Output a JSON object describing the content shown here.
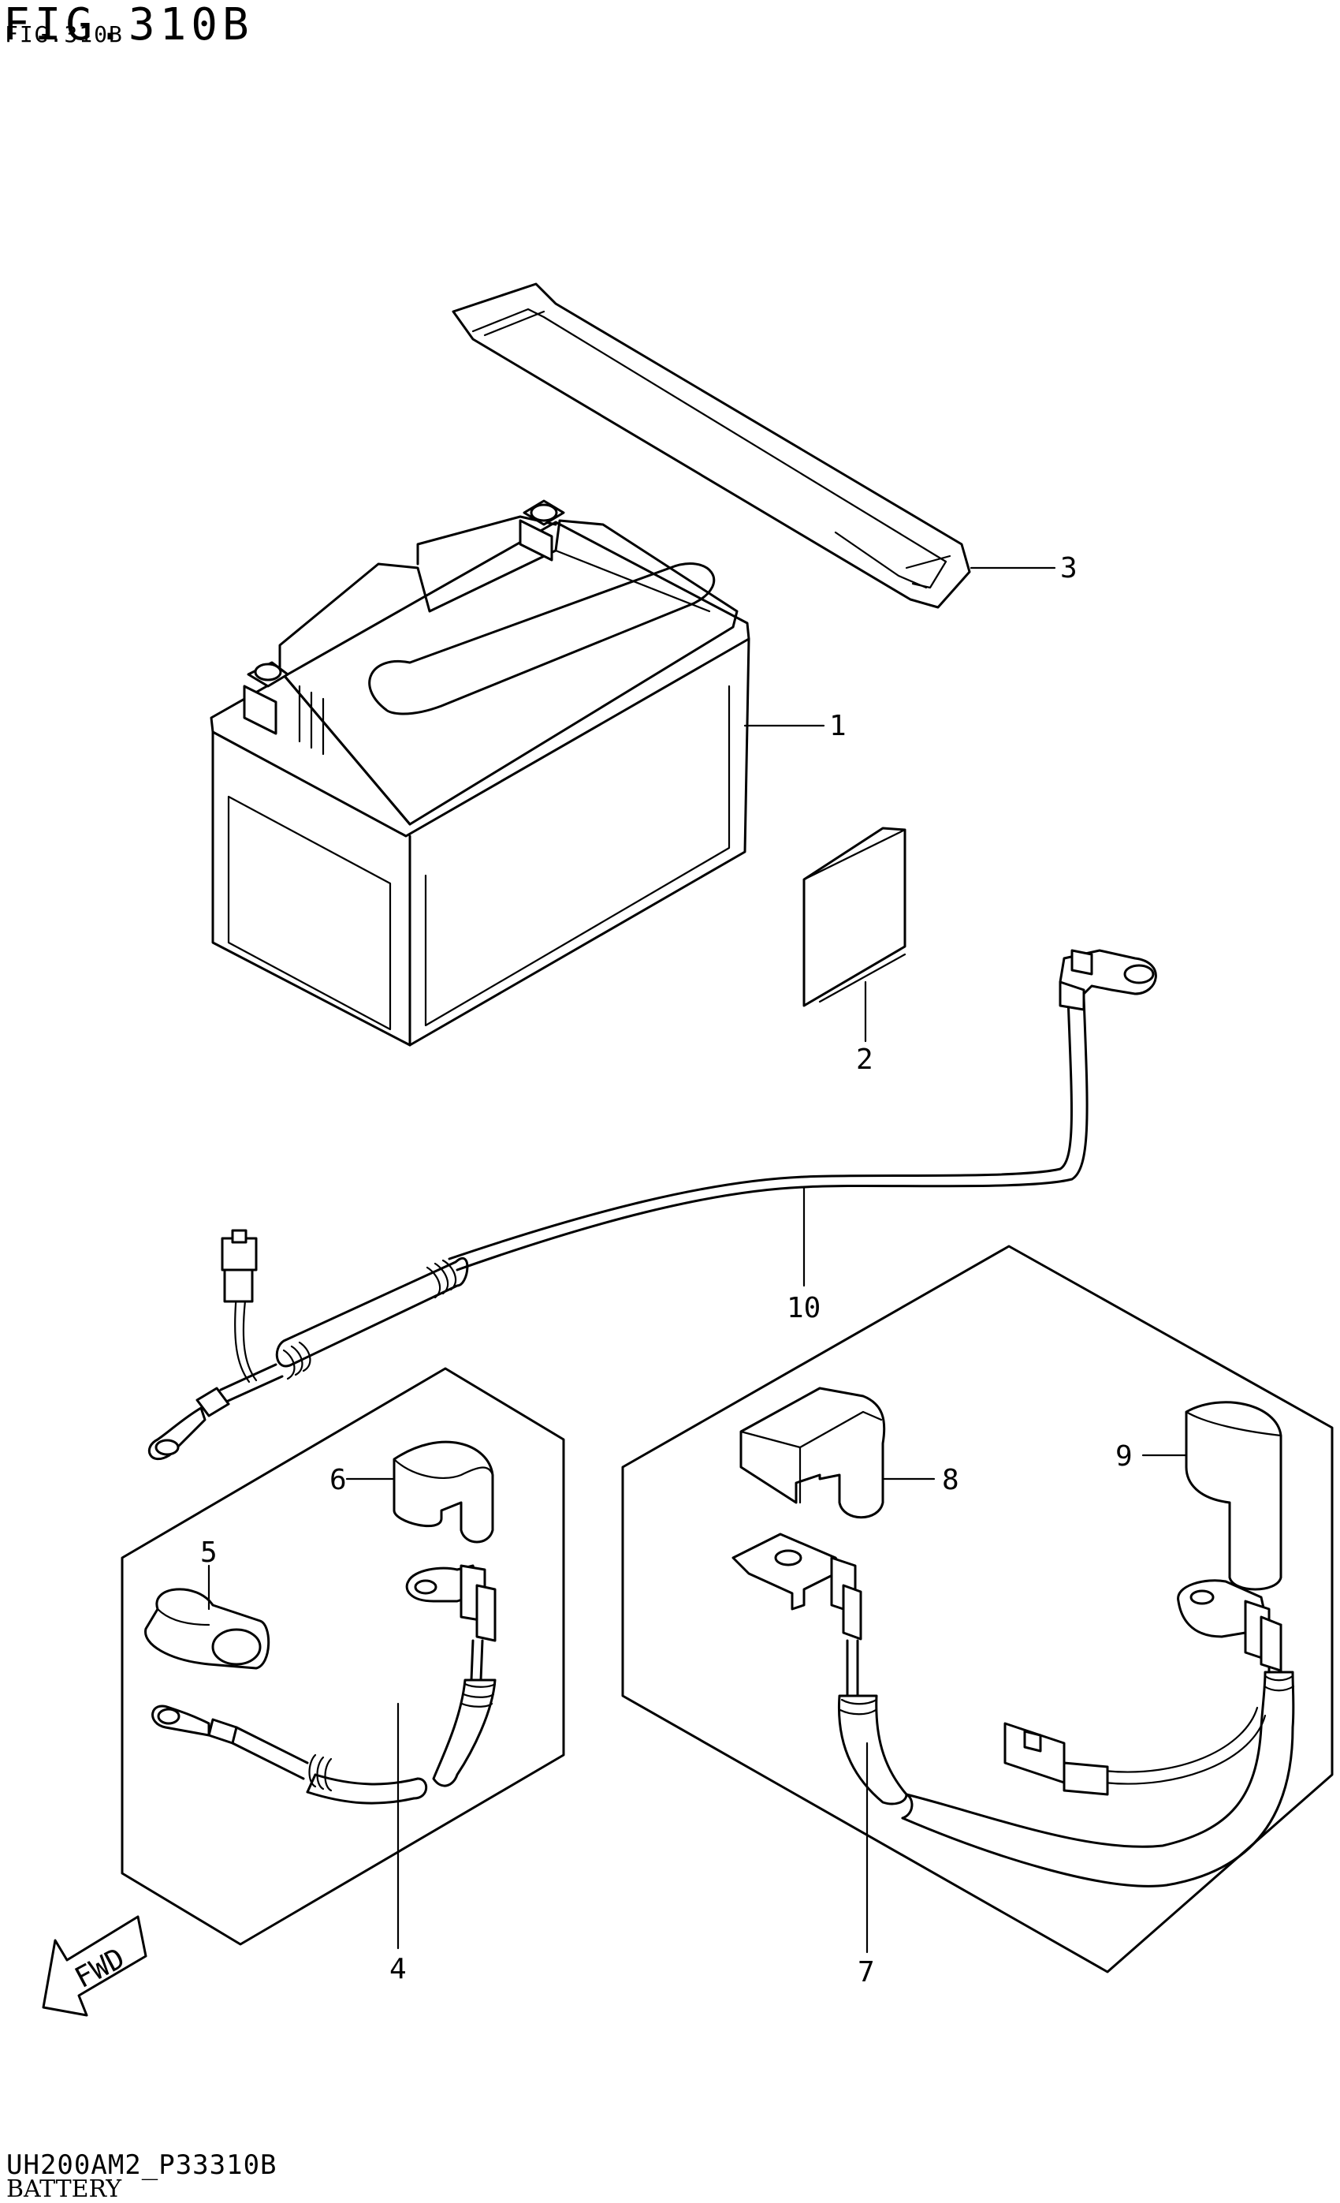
{
  "header": {
    "figure_title": "FIG.310B",
    "figure_title_overlay": "FIG.310B"
  },
  "footer": {
    "code": "UH200AM2_P33310B",
    "caption": "BATTERY"
  },
  "fwd_label": "FWD",
  "callouts": [
    {
      "id": "1",
      "label": "1"
    },
    {
      "id": "2",
      "label": "2"
    },
    {
      "id": "3",
      "label": "3"
    },
    {
      "id": "4",
      "label": "4"
    },
    {
      "id": "5",
      "label": "5"
    },
    {
      "id": "6",
      "label": "6"
    },
    {
      "id": "7",
      "label": "7"
    },
    {
      "id": "8",
      "label": "8"
    },
    {
      "id": "9",
      "label": "9"
    },
    {
      "id": "10",
      "label": "10"
    }
  ],
  "colors": {
    "line": "#000000",
    "background": "#ffffff"
  }
}
